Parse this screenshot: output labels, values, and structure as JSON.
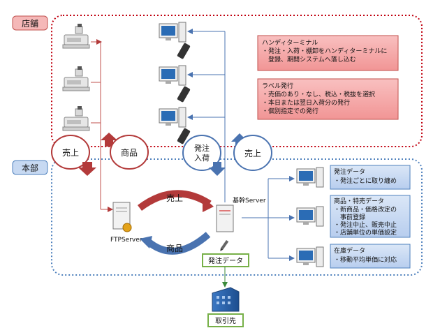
{
  "zones": {
    "store": {
      "label": "店舗"
    },
    "hq": {
      "label": "本部"
    }
  },
  "notes": {
    "handy": {
      "title": "ハンディターミナル",
      "lines": [
        "・発注・入荷・棚卸をハンディターミナルに",
        "　登録、期間システムへ落し込む"
      ]
    },
    "label": {
      "title": "ラベル発行",
      "lines": [
        "・売価のあり・なし、税込・税抜を選択",
        "・本日または翌日入荷分の発行",
        "・個別指定での発行"
      ]
    }
  },
  "flows": {
    "store_sales": "売上",
    "store_goods": "商品",
    "order_receive": [
      "発注",
      "入荷"
    ],
    "terminal_sales": "売上",
    "server_sales": "売上",
    "server_goods": "商品"
  },
  "servers": {
    "core": "基幹Server",
    "ftp": "FTPServer"
  },
  "order_data": "発注データ",
  "supplier": "取引先",
  "hq_boxes": [
    {
      "title": "発注データ",
      "lines": [
        "・発注ごとに取り纏め"
      ]
    },
    {
      "title": "商品・特売データ",
      "lines": [
        "・新商品・価格改定の",
        "　事前登録",
        "・発注中止、販売中止",
        "・店舗単位の単価設定"
      ]
    },
    {
      "title": "在庫データ",
      "lines": [
        "・移動平均単価に対応"
      ]
    }
  ],
  "colors": {
    "store_border": "#c0000f",
    "hq_border": "#4f81bd",
    "red_arrow": "#b33a3a",
    "blue_arrow": "#4a73b0",
    "note_fill": "#f4a3a3",
    "blue_box_fill": "#c7d9f2",
    "green_box": "#77b048"
  }
}
